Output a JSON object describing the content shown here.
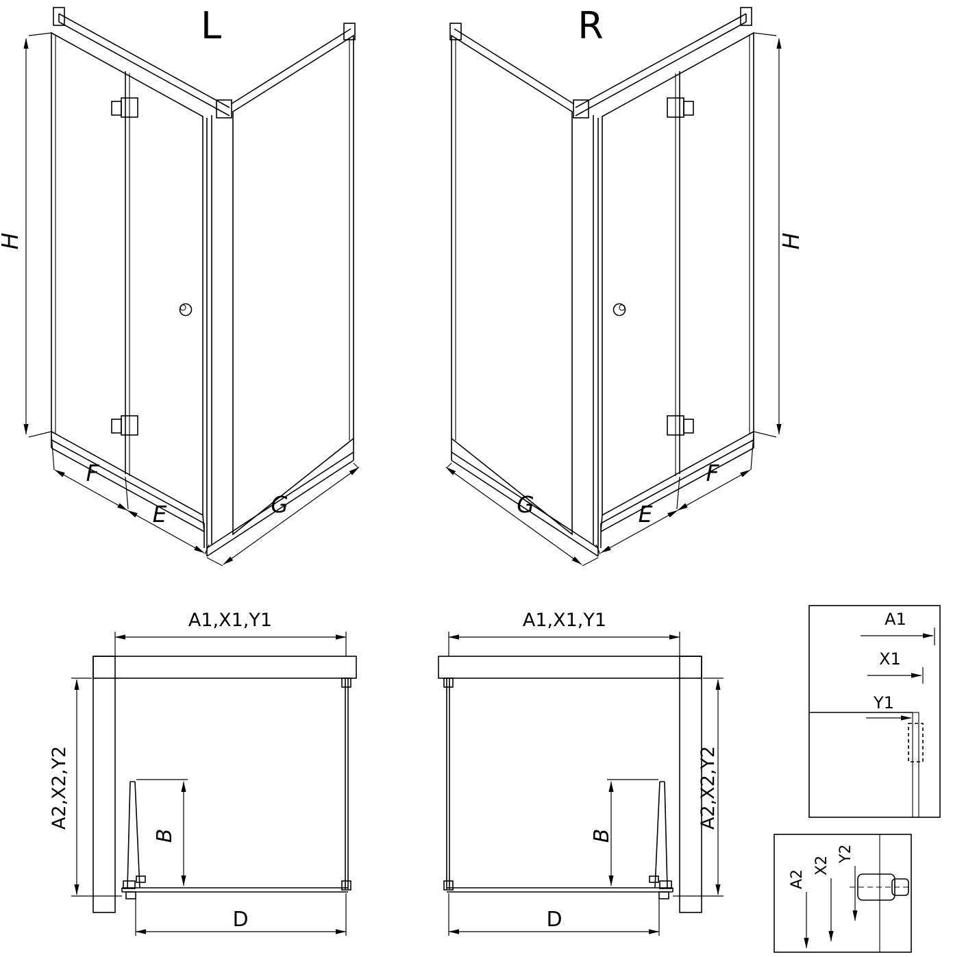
{
  "colors": {
    "ink": "#000000",
    "paper": "#ffffff",
    "profile_gray": "#c9c9c9"
  },
  "iso_left": {
    "title": "L",
    "dim_h": "H",
    "dim_f": "F",
    "dim_e": "E",
    "dim_g": "G"
  },
  "iso_right": {
    "title": "R",
    "dim_h": "H",
    "dim_f": "F",
    "dim_e": "E",
    "dim_g": "G"
  },
  "plan_left": {
    "dim_top": "A1,X1,Y1",
    "dim_side": "A2,X2,Y2",
    "dim_b": "B",
    "dim_d": "D"
  },
  "plan_right": {
    "dim_top": "A1,X1,Y1",
    "dim_side": "A2,X2,Y2",
    "dim_b": "B",
    "dim_d": "D"
  },
  "detail_top": {
    "dim_a1": "A1",
    "dim_x1": "X1",
    "dim_y1": "Y1"
  },
  "detail_bottom": {
    "dim_a2": "A2",
    "dim_x2": "X2",
    "dim_y2": "Y2"
  }
}
